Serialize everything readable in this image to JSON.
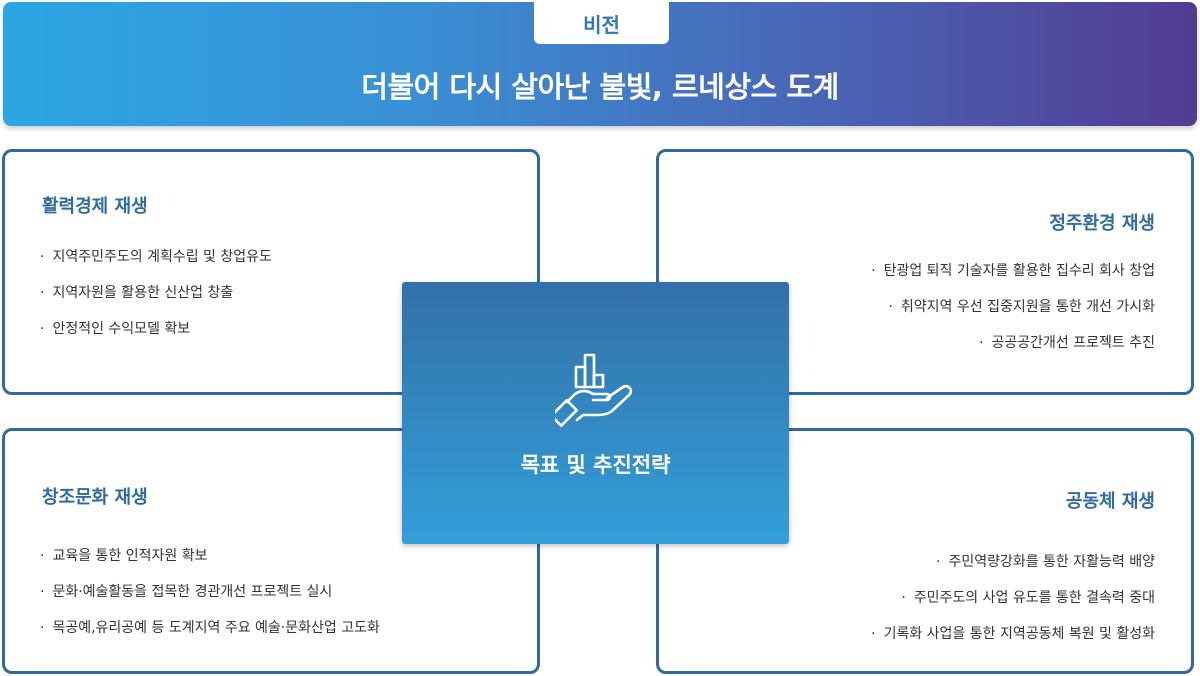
{
  "vision": {
    "tab_label": "비전",
    "title": "더불어 다시 살아난 불빛, 르네상스 도계"
  },
  "center": {
    "title": "목표 및 추진전략",
    "icon": "hand-holding-chart-icon"
  },
  "strategies": {
    "economy": {
      "title": "활력경제 재생",
      "items": [
        "지역주민주도의 계획수립 및 창업유도",
        "지역자원을 활용한 신산업 창출",
        "안정적인 수익모델 확보"
      ]
    },
    "environment": {
      "title": "정주환경 재생",
      "items": [
        "탄광업 퇴직 기술자를 활용한 집수리 회사 창업",
        "취약지역 우선 집중지원을 통한 개선 가시화",
        "공공공간개선 프로젝트 추진"
      ]
    },
    "culture": {
      "title": "창조문화 재생",
      "items": [
        "교육을 통한 인적자원 확보",
        "문화·예술활동을 접목한 경관개선 프로젝트 실시",
        "목공예,유리공예 등 도계지역 주요 예술·문화산업 고도화"
      ]
    },
    "community": {
      "title": "공동체 재생",
      "items": [
        "주민역량강화를 통한 자활능력 배양",
        "주민주도의 사업 유도를 통한 결속력 중대",
        "기록화 사업을 통한 지역공동체 복원 및 활성화"
      ]
    }
  },
  "colors": {
    "accent": "#2f6aa0",
    "banner_start": "#2ba7e3",
    "banner_end": "#523c92"
  }
}
